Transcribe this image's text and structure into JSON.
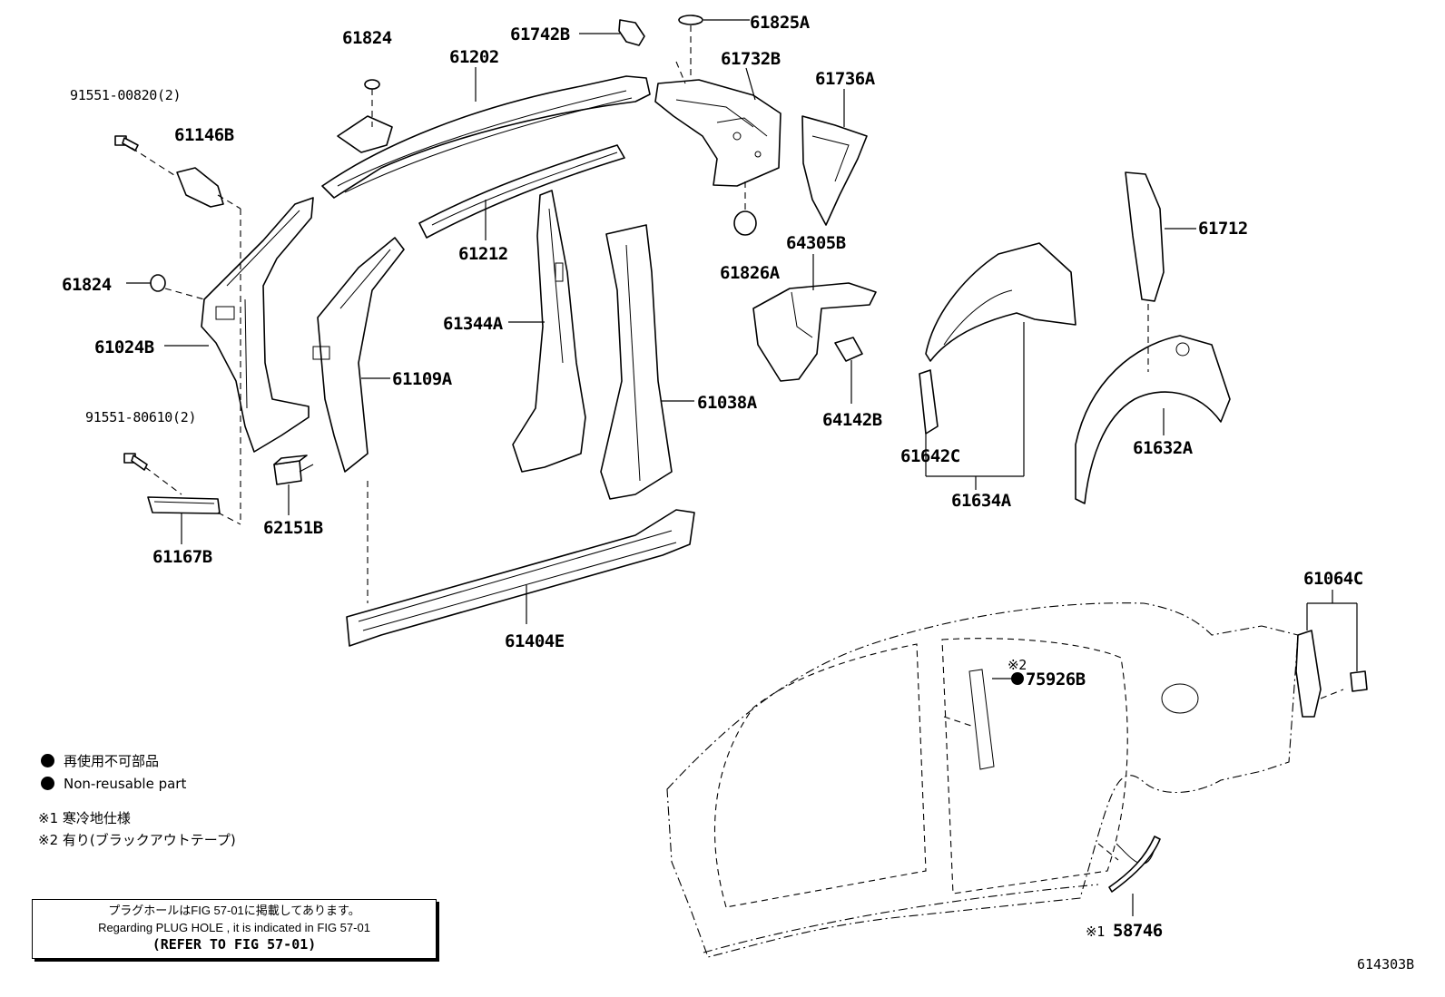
{
  "labels": {
    "p61824_top": "61824",
    "p61202": "61202",
    "p61742B": "61742B",
    "p61825A": "61825A",
    "p61732B": "61732B",
    "p61736A": "61736A",
    "p91551_00820": "91551-00820(2)",
    "p61146B": "61146B",
    "p61212": "61212",
    "p61826A": "61826A",
    "p64305B": "64305B",
    "p61712": "61712",
    "p61824_left": "61824",
    "p61344A": "61344A",
    "p61024B": "61024B",
    "p61109A": "61109A",
    "p61038A": "61038A",
    "p64142B": "64142B",
    "p61642C": "61642C",
    "p61632A": "61632A",
    "p91551_80610": "91551-80610(2)",
    "p61634A": "61634A",
    "p62151B": "62151B",
    "p61167B": "61167B",
    "p61404E": "61404E",
    "p61064C": "61064C",
    "p75926B": "75926B",
    "p58746": "58746",
    "mark2": "※2",
    "mark1": "※1"
  },
  "legend": {
    "non_reusable_jp": "再使用不可部品",
    "non_reusable_en": "Non-reusable part",
    "note1": "※1  寒冷地仕様",
    "note2": "※2  有り(ブラックアウトテープ)"
  },
  "plug_note": {
    "line1": "プラグホールはFIG 57-01に掲載してあります。",
    "line2": "Regarding  PLUG  HOLE , it is indicated in FIG  57-01",
    "line3": "(REFER TO FIG 57-01)"
  },
  "figure_code": "614303B"
}
